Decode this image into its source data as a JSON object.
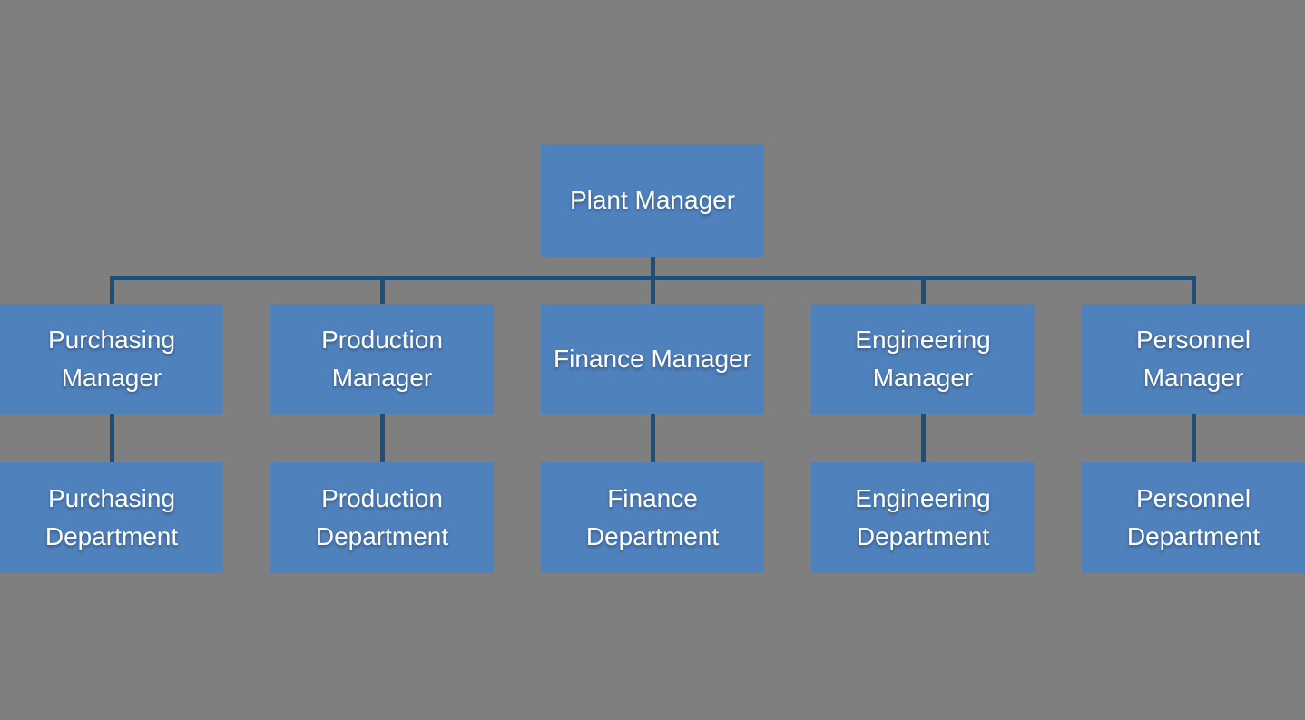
{
  "colors": {
    "background": "#7F7F7F",
    "node_fill": "#4F81BD",
    "connector": "#1F4E79",
    "node_text": "#FFFFFF"
  },
  "org": {
    "root": {
      "label": "Plant Manager"
    },
    "branches": [
      {
        "manager": {
          "label": "Purchasing Manager"
        },
        "department": {
          "label": "Purchasing Department"
        }
      },
      {
        "manager": {
          "label": "Production Manager"
        },
        "department": {
          "label": "Production Department"
        }
      },
      {
        "manager": {
          "label": "Finance Manager"
        },
        "department": {
          "label": "Finance Department"
        }
      },
      {
        "manager": {
          "label": "Engineering Manager"
        },
        "department": {
          "label": "Engineering Department"
        }
      },
      {
        "manager": {
          "label": "Personnel Manager"
        },
        "department": {
          "label": "Personnel Department"
        }
      }
    ]
  }
}
